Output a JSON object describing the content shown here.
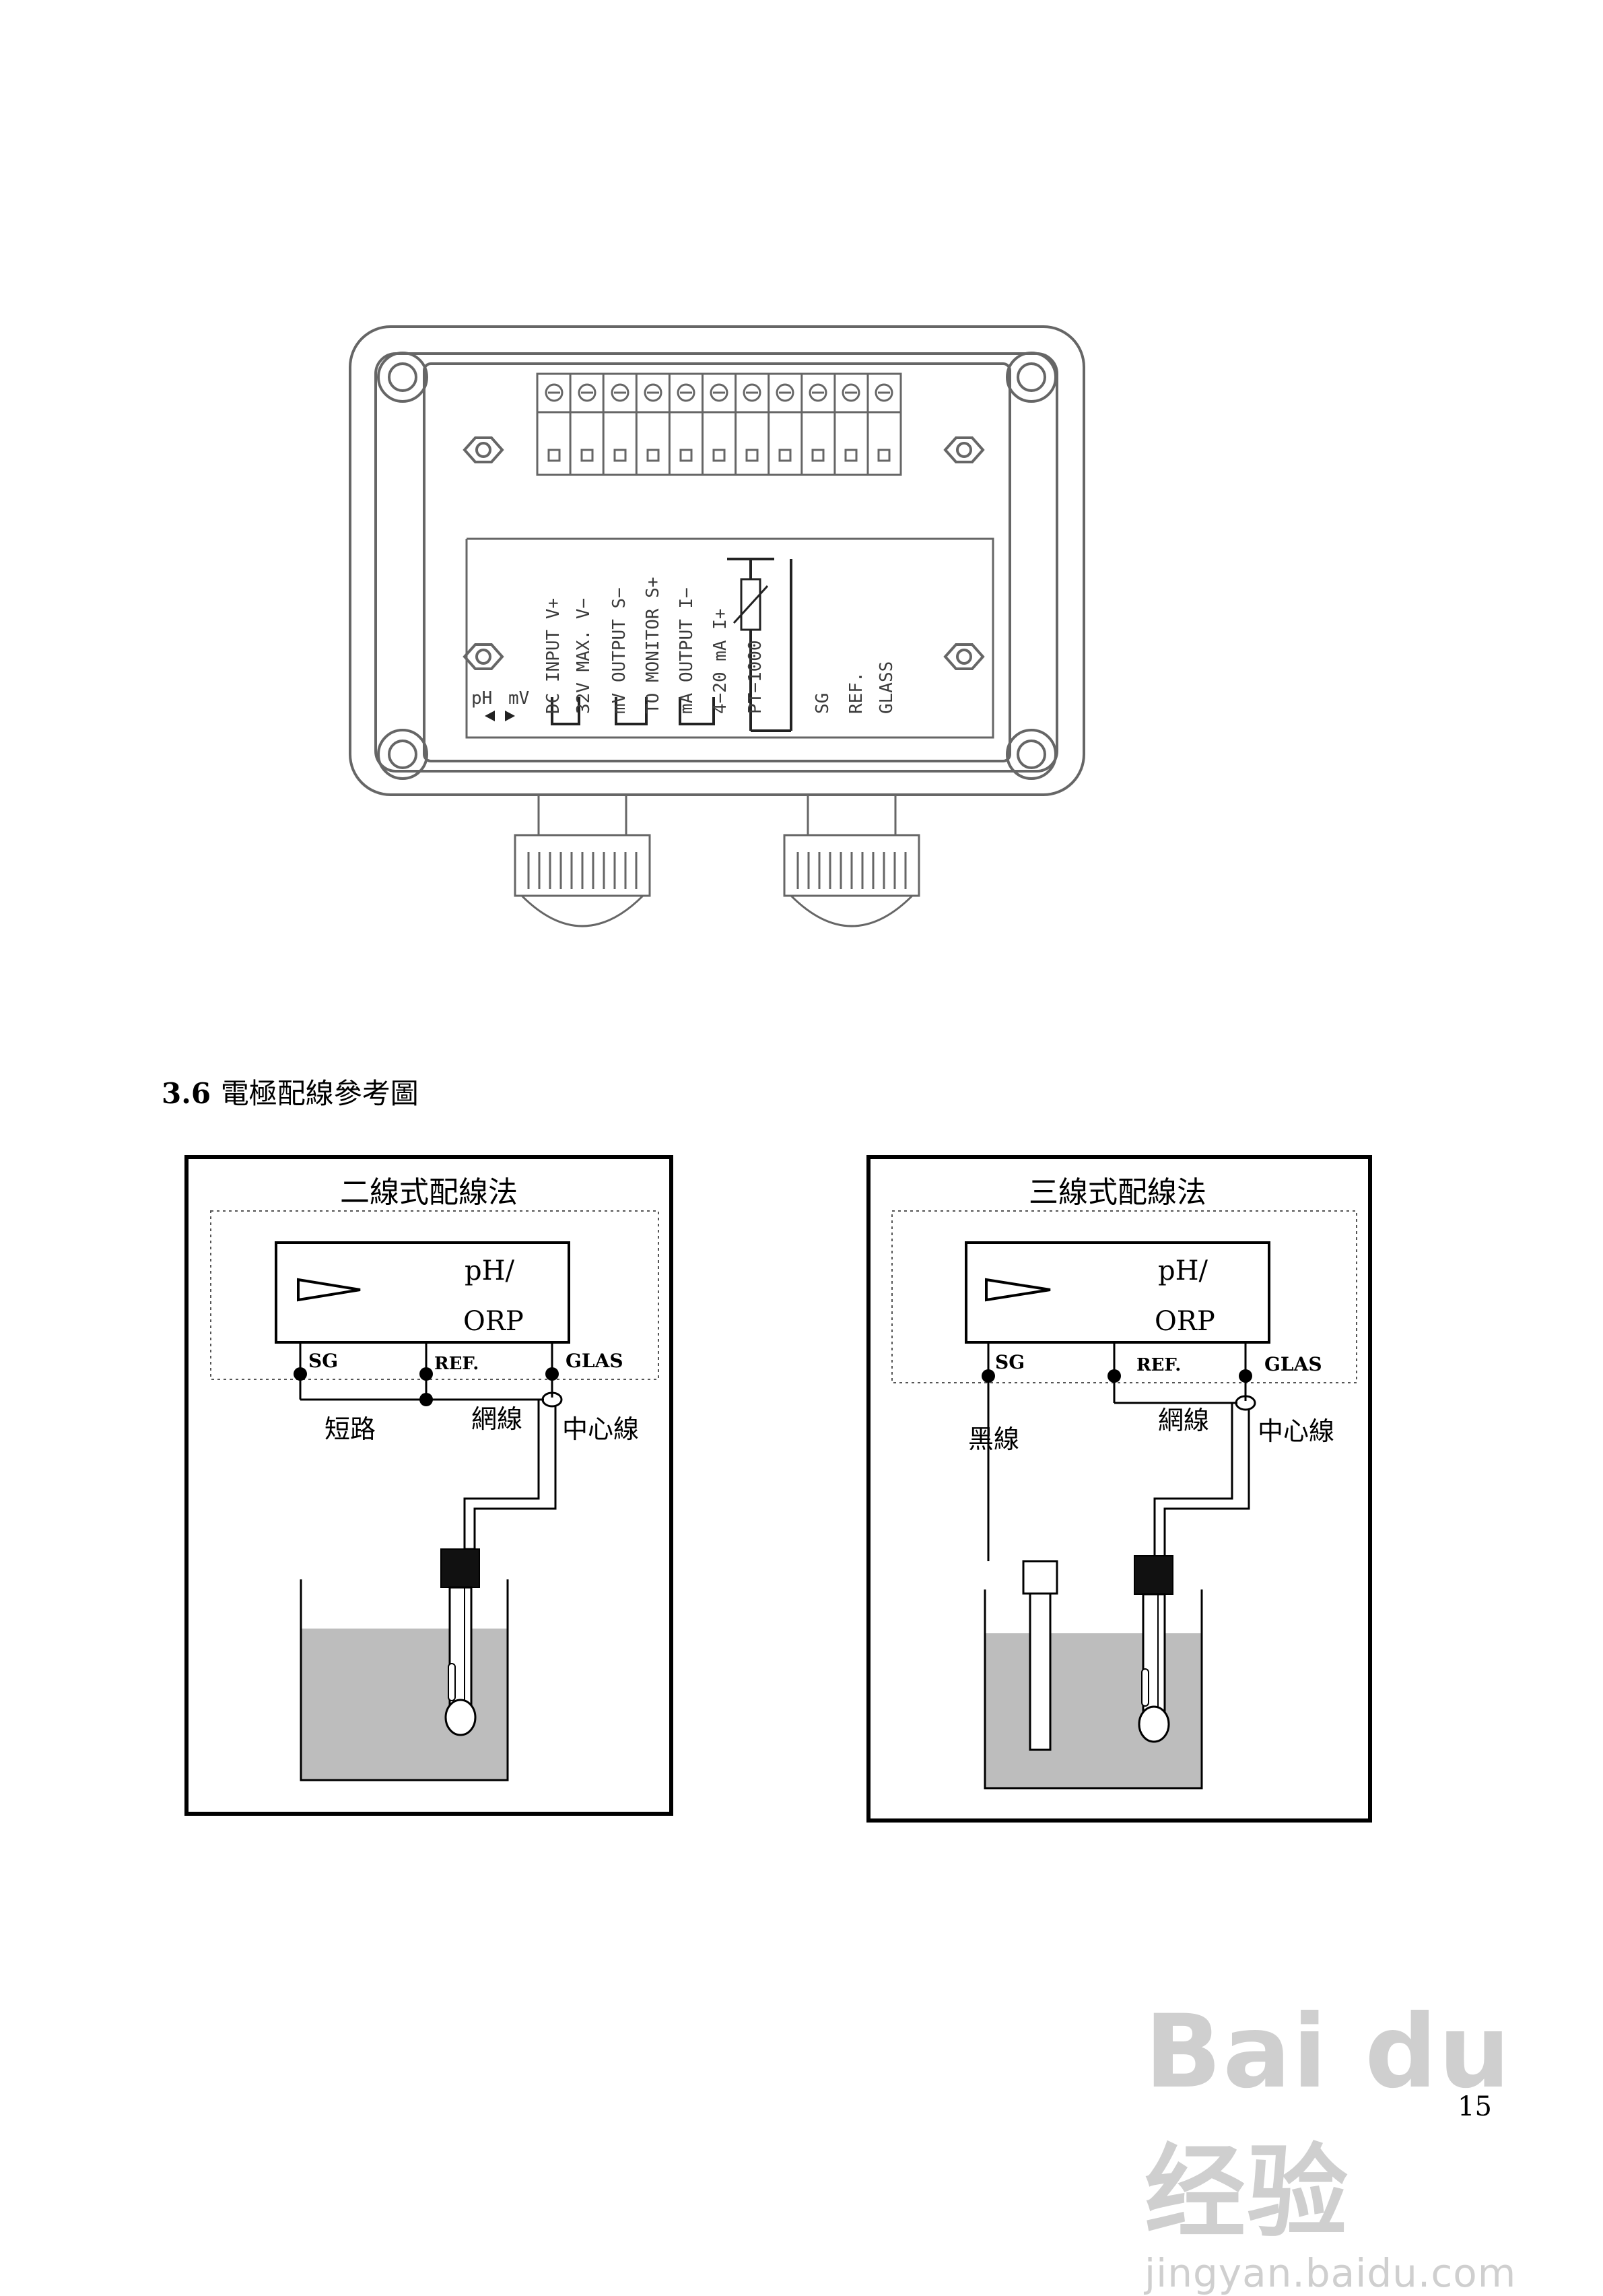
{
  "section": {
    "number": "3.6",
    "title": "電極配線參考圖"
  },
  "terminal_box": {
    "selector": {
      "left": "pH",
      "right": "mV"
    },
    "labels": [
      [
        "DC INPUT",
        "V+"
      ],
      [
        "32V MAX.",
        "V−"
      ],
      [
        "mV OUTPUT",
        "S−"
      ],
      [
        "TO MONITOR",
        "S+"
      ],
      [
        "mA OUTPUT",
        "I−"
      ],
      [
        "4−20 mA",
        "I+"
      ],
      [
        "PT−1000"
      ],
      [
        "SG"
      ],
      [
        "REF."
      ],
      [
        "GLASS"
      ]
    ]
  },
  "diagram_two_wire": {
    "title": "二線式配線法",
    "device": {
      "line1": "pH/",
      "line2": "ORP"
    },
    "terminals": {
      "sg": "SG",
      "ref": "REF.",
      "glass": "GLAS"
    },
    "annotations": {
      "short": "短路",
      "shield": "網線",
      "center": "中心線"
    }
  },
  "diagram_three_wire": {
    "title": "三線式配線法",
    "device": {
      "line1": "pH/",
      "line2": "ORP"
    },
    "terminals": {
      "sg": "SG",
      "ref": "REF.",
      "glass": "GLAS"
    },
    "annotations": {
      "black": "黑線",
      "shield": "網線",
      "center": "中心線"
    }
  },
  "page_number": "15",
  "watermark": {
    "brand": "Bai du 经验",
    "url": "jingyan.baidu.com"
  }
}
